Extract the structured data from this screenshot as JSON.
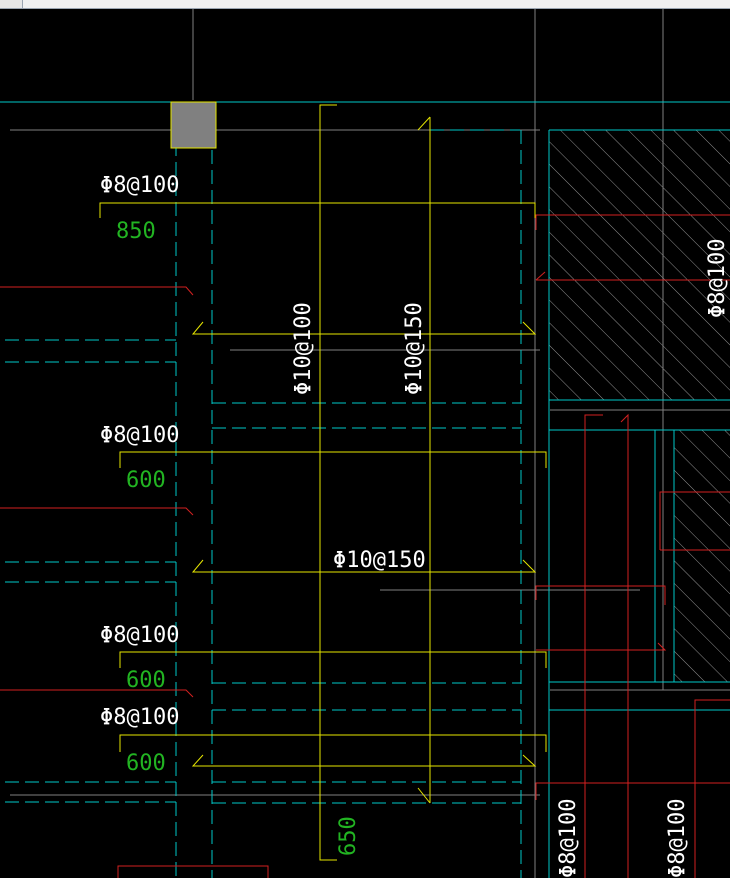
{
  "colors": {
    "background": "#000000",
    "rebar_label": "#ffffff",
    "dimension_text": "#22b422",
    "yellow_line": "#e6e600",
    "cyan_line": "#00c8c8",
    "red_line": "#d22020",
    "grey_line": "#808080",
    "hatch": "#909090",
    "grip": "#808080"
  },
  "rebar_labels": {
    "stirrup_top": "Φ8@100",
    "stirrup_2": "Φ8@100",
    "stirrup_3": "Φ8@100",
    "stirrup_4": "Φ8@100",
    "vertical_a": "Φ10@100",
    "vertical_b": "Φ10@150",
    "horizontal_mid": "Φ10@150",
    "right_top": "Φ8@100",
    "bottom_1": "Φ8@100",
    "bottom_2": "Φ8@100"
  },
  "dimensions": {
    "d1": "850",
    "d2": "600",
    "d3": "600",
    "d4": "600",
    "d5": "650"
  },
  "icons": {
    "grip": "selection-grip-icon"
  }
}
